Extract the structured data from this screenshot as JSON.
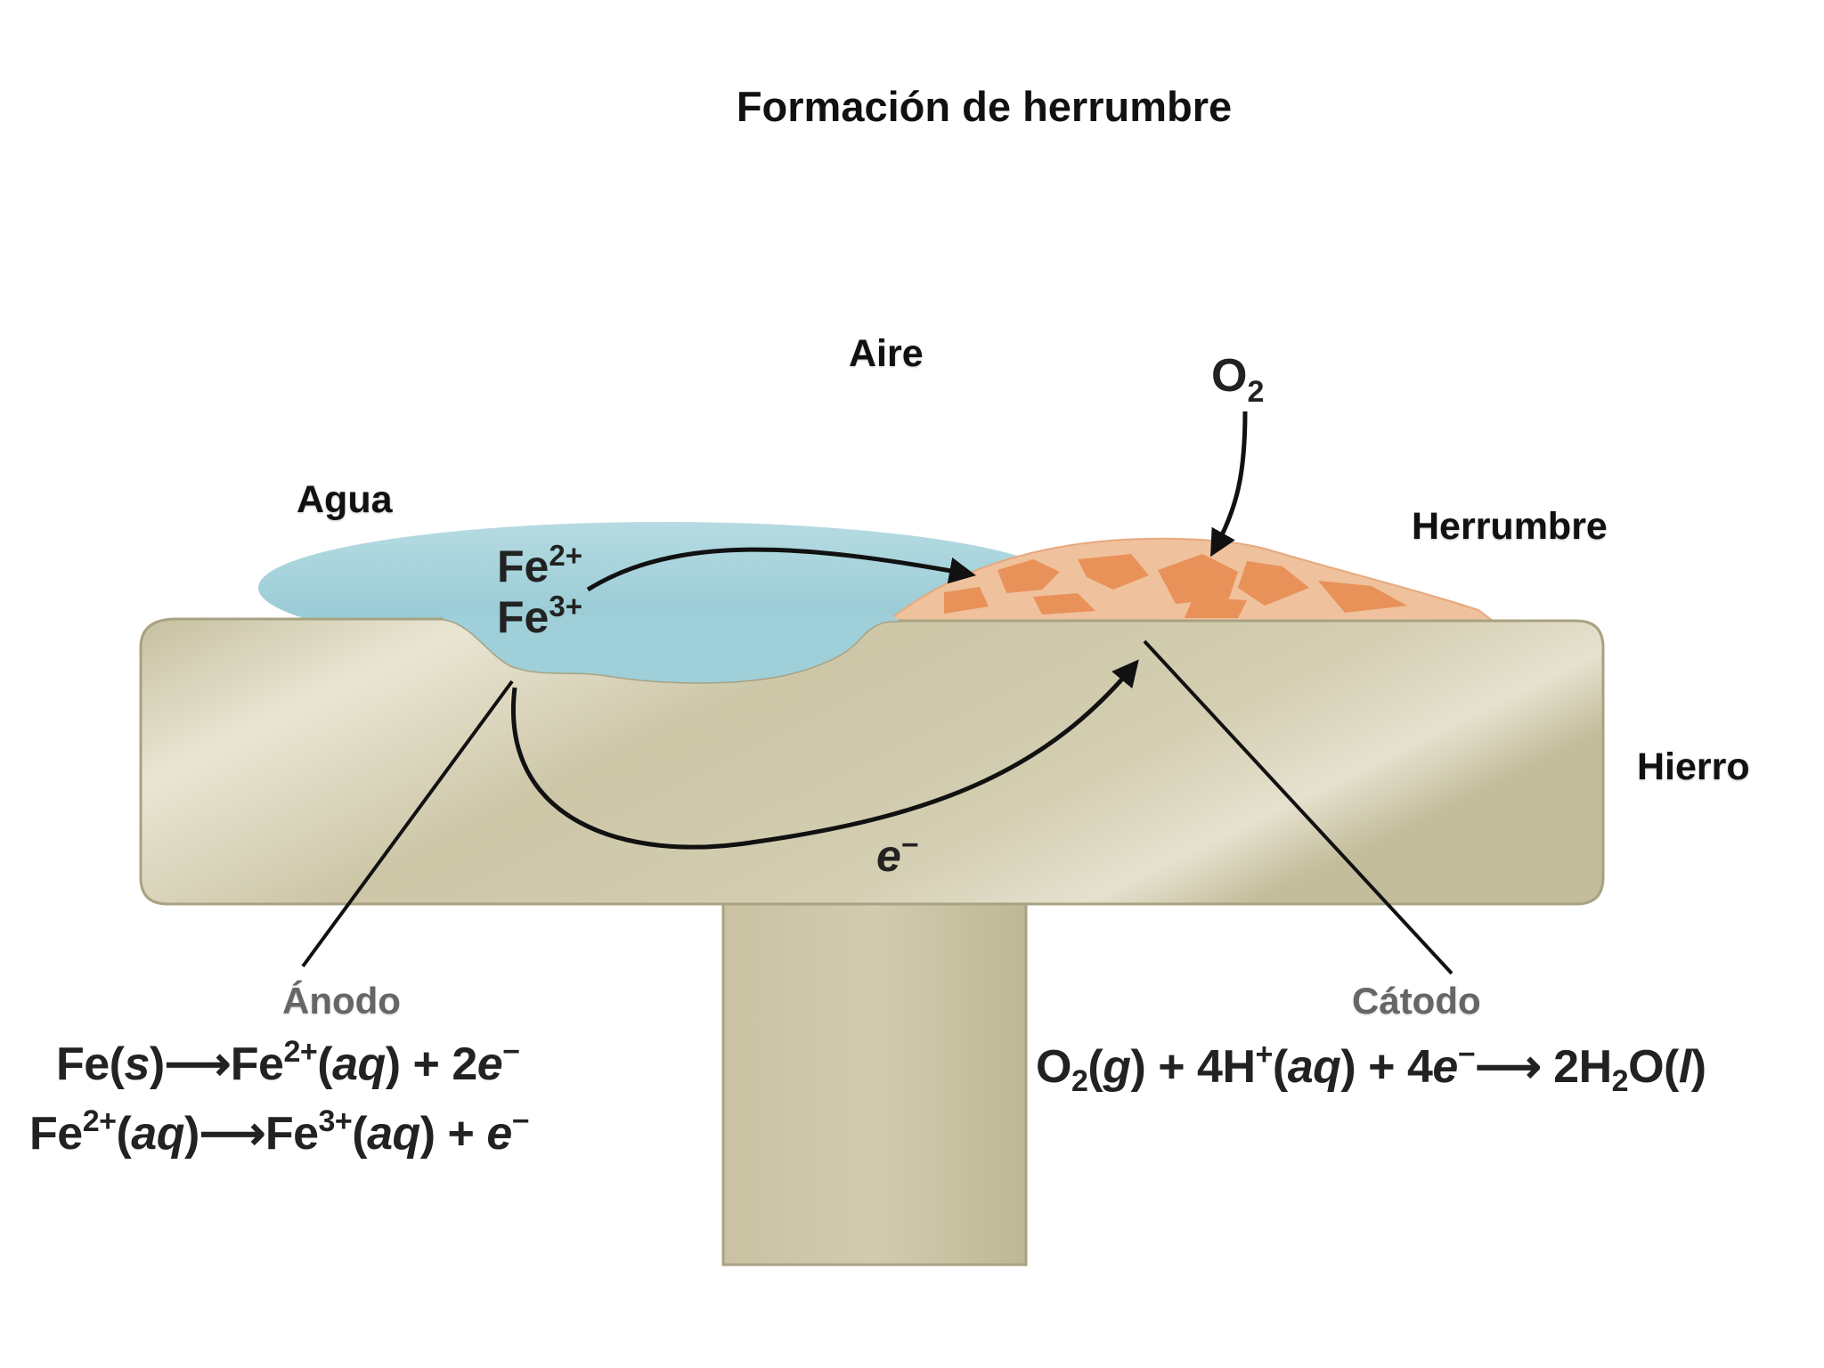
{
  "title": "Formación de herrumbre",
  "labels": {
    "air": "Aire",
    "water": "Agua",
    "rust": "Herrumbre",
    "iron": "Hierro",
    "anode": "Ánodo",
    "cathode": "Cátodo",
    "oxygen": "O",
    "oxygen_sub": "2",
    "electron": "e",
    "electron_sup": "−"
  },
  "ions": {
    "fe2": "Fe",
    "fe2_charge": "2+",
    "fe3": "Fe",
    "fe3_charge": "3+"
  },
  "anode_equations": {
    "eq1": {
      "a": "Fe(",
      "a_it": "s",
      "b": ")⟶Fe",
      "b_sup": "2+",
      "c": "(",
      "c_it": "aq",
      "d": ") + 2",
      "d_it": "e",
      "d_sup": "−"
    },
    "eq2": {
      "a": "Fe",
      "a_sup": "2+",
      "b": "(",
      "b_it": "aq",
      "c": ")⟶Fe",
      "c_sup": "3+",
      "d": "(",
      "d_it": "aq",
      "e": ") + ",
      "e_it": "e",
      "e_sup": "−"
    }
  },
  "cathode_equation": {
    "a": "O",
    "a_sub": "2",
    "b": "(",
    "b_it": "g",
    "c": ") + 4H",
    "c_sup": "+",
    "d": "(",
    "d_it": "aq",
    "e": ") + 4",
    "e_it": "e",
    "e_sup": "−",
    "f": "⟶ 2H",
    "f_sub": "2",
    "g": "O(",
    "g_it": "l",
    "h": ")"
  },
  "colors": {
    "iron": "#cfc9a9",
    "water": "#9fcfd8",
    "rust": "#e8986a",
    "text": "#222222",
    "gray_label": "#666666"
  }
}
